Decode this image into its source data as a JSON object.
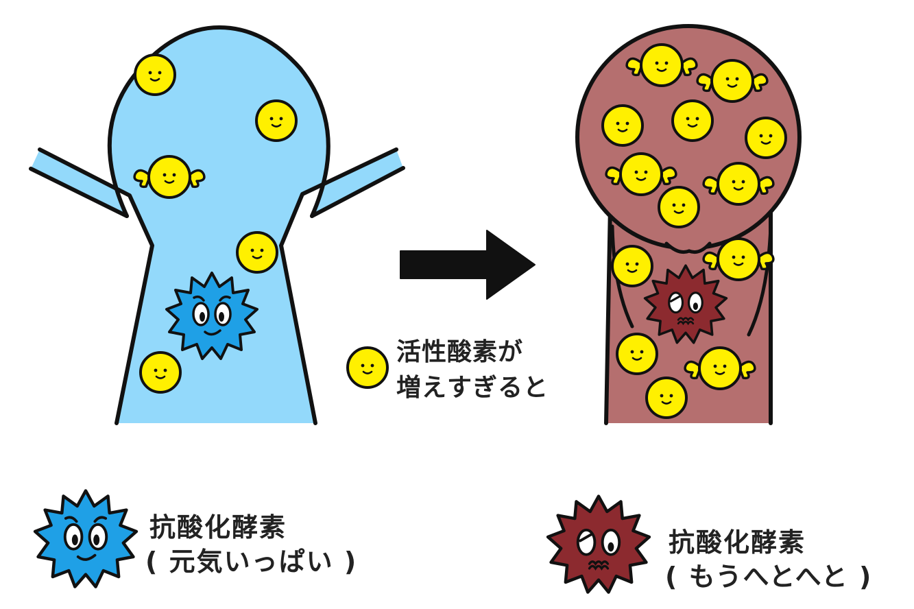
{
  "caption": {
    "line1": "活性酸素が",
    "line2": "増えすぎると"
  },
  "legend": {
    "healthy": {
      "line1": "抗酸化酵素",
      "line2": "( 元気いっぱい )"
    },
    "tired": {
      "line1": "抗酸化酵素",
      "line2": "( もうへとへと )"
    }
  },
  "colors": {
    "healthy_body": "#93d9fb",
    "tired_body": "#b56f6f",
    "outline": "#111111",
    "active_oxygen": "#fff000",
    "enzyme_healthy": "#1fa0e6",
    "enzyme_tired": "#8c2a2f",
    "arrow": "#111111"
  },
  "icons": {
    "active_oxygen": "smiling-yellow-circle",
    "enzyme": "spiky-star-face",
    "arrow": "right-arrow"
  }
}
